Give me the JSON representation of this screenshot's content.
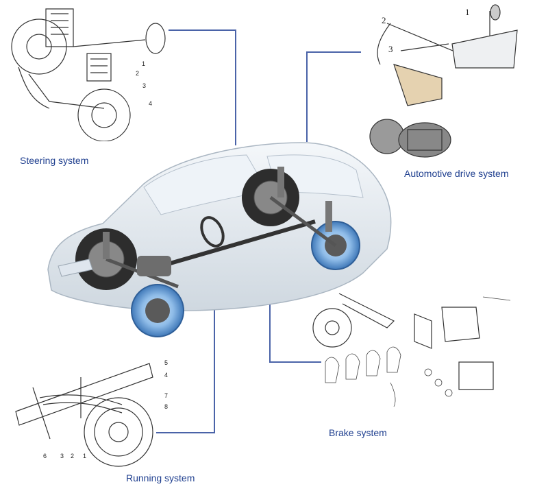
{
  "labels": {
    "steering": "Steering system",
    "drive": "Automotive drive system",
    "running": "Running system",
    "brake": "Brake system"
  },
  "colors": {
    "connector": "#4a63a8",
    "label": "#1f3f8f",
    "car_body": "#e4eaf0",
    "wheel_glow": "#6aa8e8"
  },
  "drive_callouts": [
    "1",
    "2",
    "3"
  ],
  "steering_callouts": [
    "1",
    "2",
    "3",
    "4"
  ],
  "running_callouts": [
    "1",
    "2",
    "3",
    "4",
    "5",
    "6",
    "7",
    "8"
  ]
}
